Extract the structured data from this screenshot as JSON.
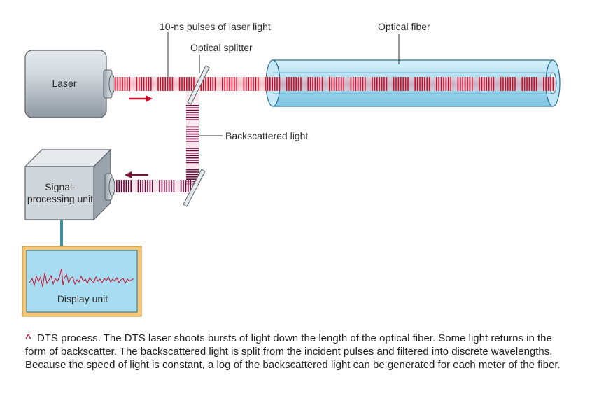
{
  "labels": {
    "pulses": "10-ns pulses of laser light",
    "splitter": "Optical splitter",
    "fiber": "Optical fiber",
    "laser": "Laser",
    "backscatter": "Backscattered light",
    "signal_line1": "Signal-",
    "signal_line2": "processing unit",
    "display": "Display unit"
  },
  "caption": {
    "marker": "^",
    "text": "DTS process. The DTS laser shoots bursts of light down the length of the optical fiber. Some light returns in the form of backscatter. The backscattered light is split from the incident pulses and filtered into discrete wavelengths. Because the speed of light is constant, a log of the backscattered light can be generated for each meter of the fiber."
  },
  "colors": {
    "pulse": "#c8102e",
    "backscatter": "#6a0a3a",
    "fiber": "#a8dcf0",
    "housing": "#cfd5da",
    "screen": "#a8dcf0",
    "display_frame": "#f4c87a",
    "arrow": "#c8102e"
  },
  "icons": [
    "right-arrow-icon",
    "left-arrow-icon"
  ]
}
